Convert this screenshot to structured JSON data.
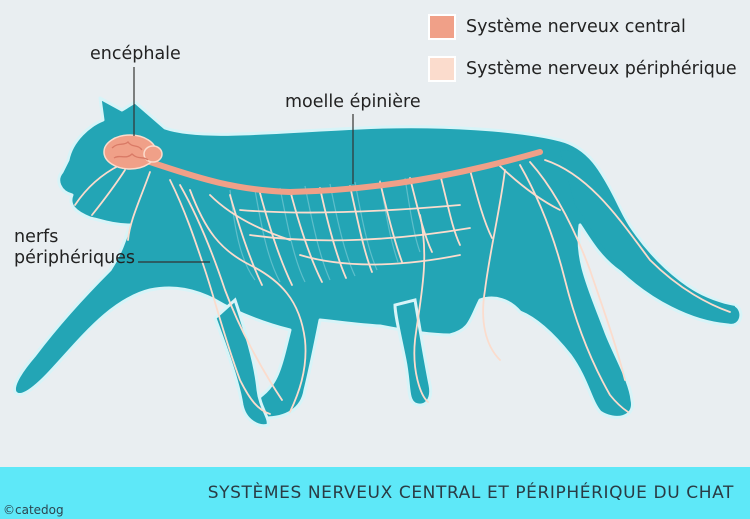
{
  "legend": {
    "central": {
      "label": "Système nerveux central",
      "color": "#f0a088"
    },
    "peripheral": {
      "label": "Système nerveux périphérique",
      "color": "#fbdccd"
    }
  },
  "labels": {
    "brain": "encéphale",
    "spinal_cord": "moelle épinière",
    "nerves_line1": "nerfs",
    "nerves_line2": "périphériques"
  },
  "footer": {
    "title": "SYSTÈMES NERVEUX CENTRAL ET PÉRIPHÉRIQUE DU CHAT",
    "credit": "©catedog"
  },
  "colors": {
    "background": "#e9eef1",
    "body": "#23a5b5",
    "body_outline": "#d7f4f8",
    "footer": "#5ee8f8"
  }
}
